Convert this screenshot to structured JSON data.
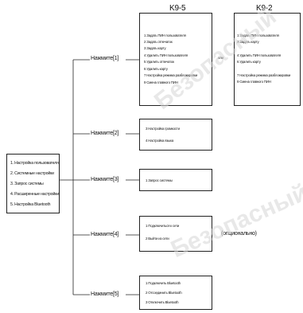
{
  "main_menu": {
    "items": [
      "1. Настройка пользователя",
      "2. Системные настройки",
      "3. Запрос системы",
      "4. Расширенные настройки",
      "5. Настройка Bluetooth"
    ]
  },
  "branches": [
    {
      "press": "Нажмите[1]"
    },
    {
      "press": "Нажмите[2]"
    },
    {
      "press": "Нажмите[3]"
    },
    {
      "press": "Нажмите[4]"
    },
    {
      "press": "Нажмите[5]"
    }
  ],
  "k95": {
    "title": "K9-5",
    "items": [
      "1  Задать ПИН пользователя",
      "2  Задать отпечаток",
      "3  Задать карту",
      "4  Удалить ПИН пользователя",
      "5  Удалить отпечаток",
      "6  Удалить карту",
      "7  Настройка режима разблокировки",
      "9  Смена главного ПИН"
    ]
  },
  "or_label": "или",
  "k92": {
    "title": "K9-2",
    "items": [
      "1 Задать ПИН пользователя",
      "3 Задать карту",
      "4 Удалить ПИН пользователя",
      "6 Удалить карту",
      "7 Настройка режима разблокировки",
      "9 Смена главного ПИН"
    ]
  },
  "box2": {
    "items": [
      "3  Настройка громкости",
      "4  Настройка языка"
    ]
  },
  "box3": {
    "items": [
      "1  Запрос системы"
    ]
  },
  "box4": {
    "items": [
      "1  Подключиться к сети",
      "2  Выйти из сети"
    ],
    "note": "(опционально)"
  },
  "box5": {
    "items": [
      "1  Подключить Bluetooth",
      "2  Отсоединить Bluetooth",
      "3  Отключить Bluetooth"
    ]
  },
  "watermark": {
    "text": "Безопасный"
  },
  "colors": {
    "line": "#222222",
    "border": "#222222",
    "watermark": "#d6d6d6"
  }
}
